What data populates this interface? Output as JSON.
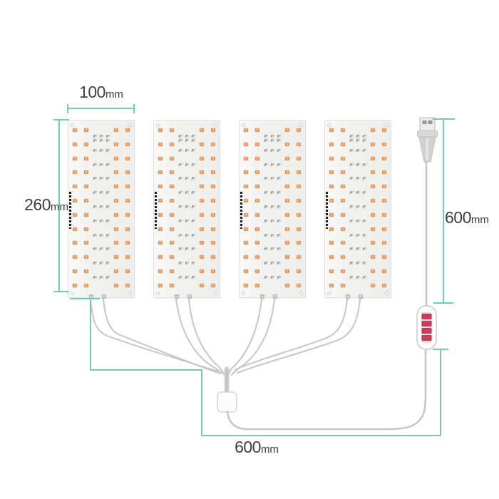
{
  "diagram": {
    "name": "LED grow light panels dimension diagram",
    "dim_panel_width": {
      "value": "100",
      "unit": "mm"
    },
    "dim_panel_height": {
      "value": "260",
      "unit": "mm"
    },
    "dim_cable_right": {
      "value": "600",
      "unit": "mm"
    },
    "dim_cable_bottom": {
      "value": "600",
      "unit": "mm"
    }
  },
  "colors": {
    "dimension_line": "#74cbae",
    "label_text": "#3e3e3e",
    "led_orange": "#dd8a55",
    "chip_gray": "#c4c4c2",
    "cable_gray": "#c7c6c4",
    "panel_background": "#f1f1ef",
    "controller_button_red": "#cc3a5c"
  },
  "panels": {
    "count": 4,
    "led_rows": 12,
    "orange_leds_per_row": 4,
    "chip_rows": 11,
    "chips_per_row": 3
  },
  "components": {
    "usb_plug": "usb-a-plug",
    "controller": "inline-button-controller",
    "controller_button_count": 4,
    "splitter": "four-way-cable-splitter"
  }
}
